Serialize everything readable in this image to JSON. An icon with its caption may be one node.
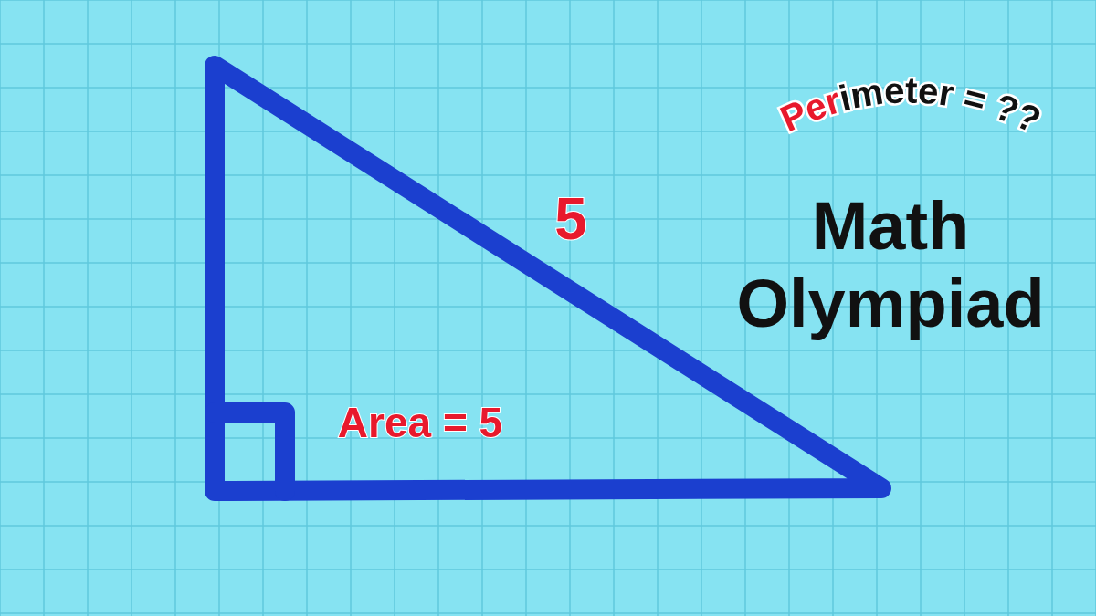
{
  "diagram": {
    "title": "Math Olympiad",
    "labels": [
      "Perimeter = ??",
      "5",
      "Area = 5"
    ]
  }
}
